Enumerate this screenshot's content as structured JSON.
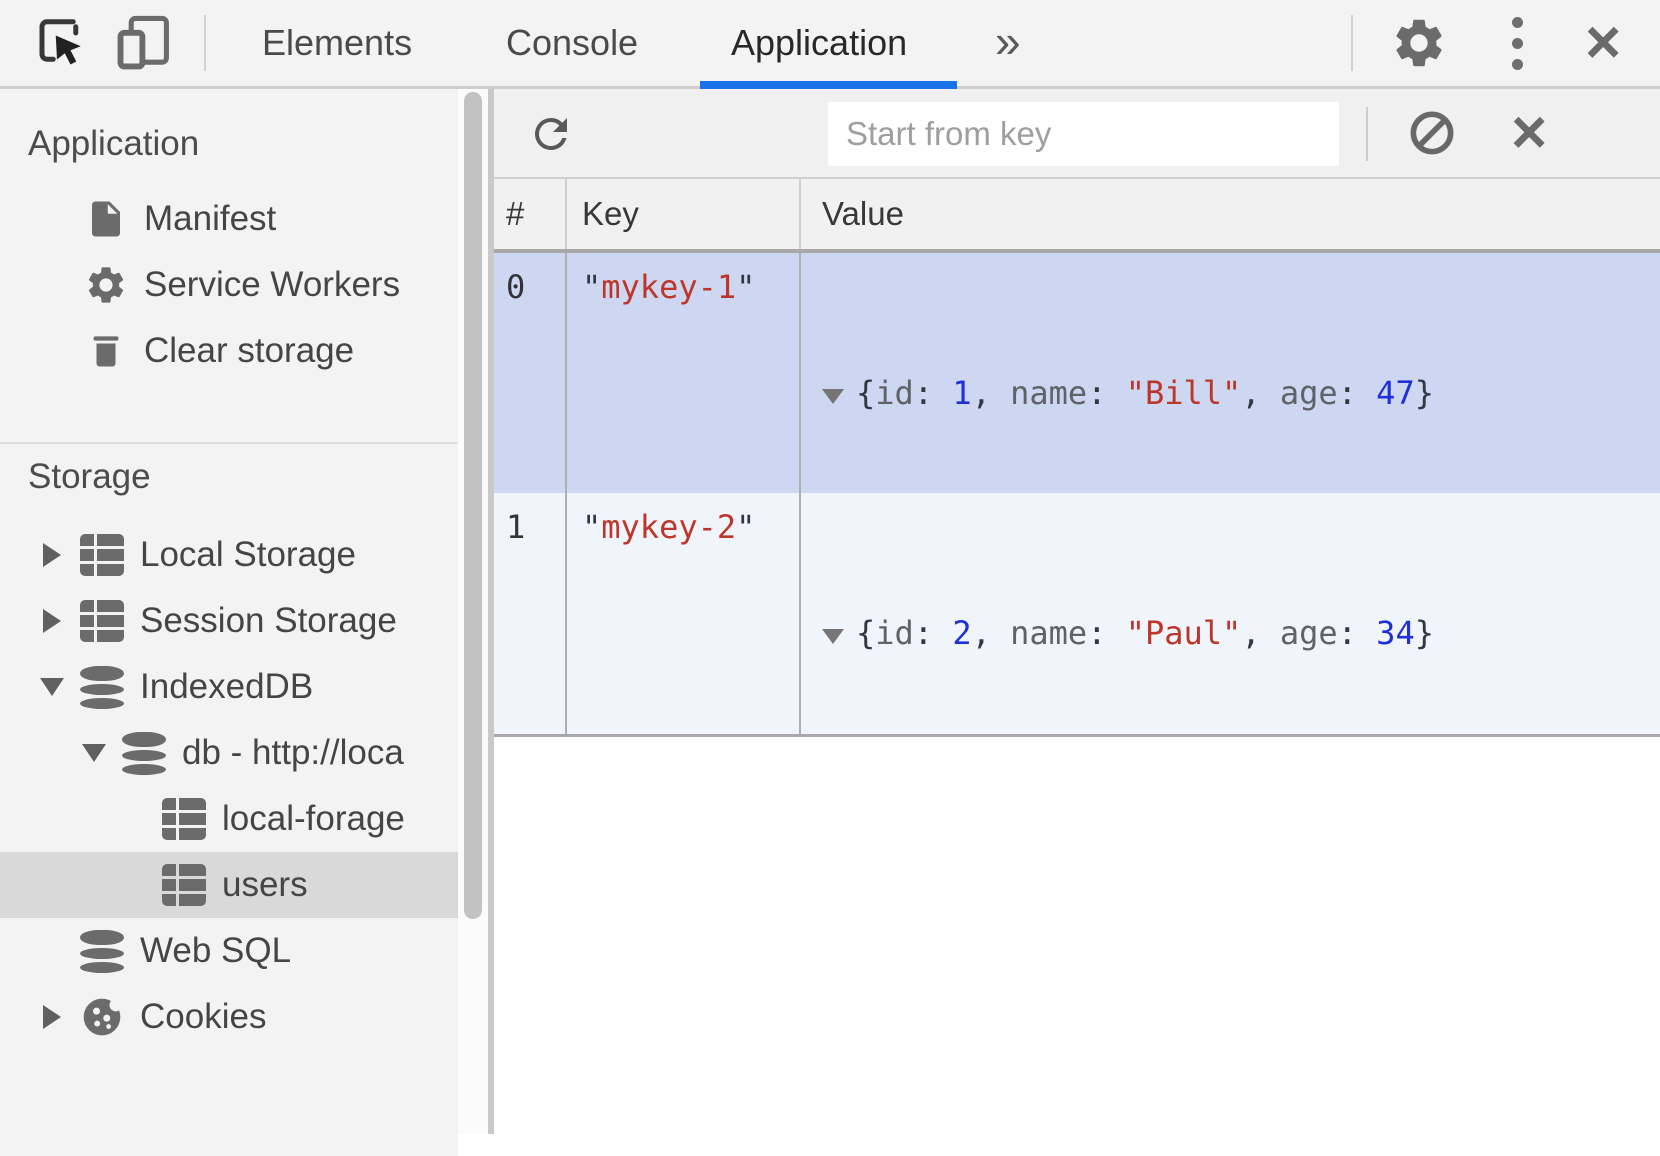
{
  "colors": {
    "accent_blue": "#1a73e8",
    "selected_row_bg": "#cdd7f1",
    "alt_row_bg": "#f0f4fb",
    "sidebar_selected_bg": "#d9d9d9",
    "syntax_number": "#2030d8",
    "syntax_string": "#bd362b",
    "syntax_property": "#881391",
    "syntax_preview_key": "#5f6368"
  },
  "tab_bar": {
    "tabs": [
      {
        "label": "Elements",
        "active": false
      },
      {
        "label": "Console",
        "active": false
      },
      {
        "label": "Application",
        "active": true
      }
    ],
    "overflow_chevron": "»",
    "close_glyph": "×"
  },
  "sidebar": {
    "sections": [
      {
        "title": "Application",
        "items": [
          {
            "label": "Manifest",
            "icon": "document"
          },
          {
            "label": "Service Workers",
            "icon": "gear"
          },
          {
            "label": "Clear storage",
            "icon": "trash"
          }
        ]
      },
      {
        "title": "Storage",
        "items": [
          {
            "label": "Local Storage",
            "icon": "table",
            "arrow": "collapsed"
          },
          {
            "label": "Session Storage",
            "icon": "table",
            "arrow": "collapsed"
          },
          {
            "label": "IndexedDB",
            "icon": "database",
            "arrow": "expanded"
          },
          {
            "label": "db - http://loca",
            "icon": "database",
            "arrow": "expanded"
          },
          {
            "label": "local-forage",
            "icon": "table"
          },
          {
            "label": "users",
            "icon": "table",
            "selected": true
          },
          {
            "label": "Web SQL",
            "icon": "database"
          },
          {
            "label": "Cookies",
            "icon": "cookie",
            "arrow": "collapsed"
          }
        ]
      }
    ]
  },
  "idb_toolbar": {
    "placeholder": "Start from key"
  },
  "grid": {
    "columns": {
      "index": "#",
      "key": "Key",
      "value": "Value"
    },
    "syntax": {
      "q": "\"",
      "ob": "{",
      "cb": "}",
      "cs": ": ",
      "cm": ", "
    },
    "prop_names": {
      "id": "id",
      "name": "name",
      "age": "age"
    },
    "rows": [
      {
        "index": "0",
        "key_text": "mykey-1",
        "selected": true,
        "preview": {
          "id": "1",
          "name": "\"Bill\"",
          "age": "47"
        },
        "expanded": {
          "age": "47",
          "id": "1",
          "name": "\"Bill\""
        }
      },
      {
        "index": "1",
        "key_text": "mykey-2",
        "selected": false,
        "preview": {
          "id": "2",
          "name": "\"Paul\"",
          "age": "34"
        },
        "expanded": {
          "age": "34",
          "id": "2",
          "name": "\"Paul\""
        }
      }
    ]
  }
}
